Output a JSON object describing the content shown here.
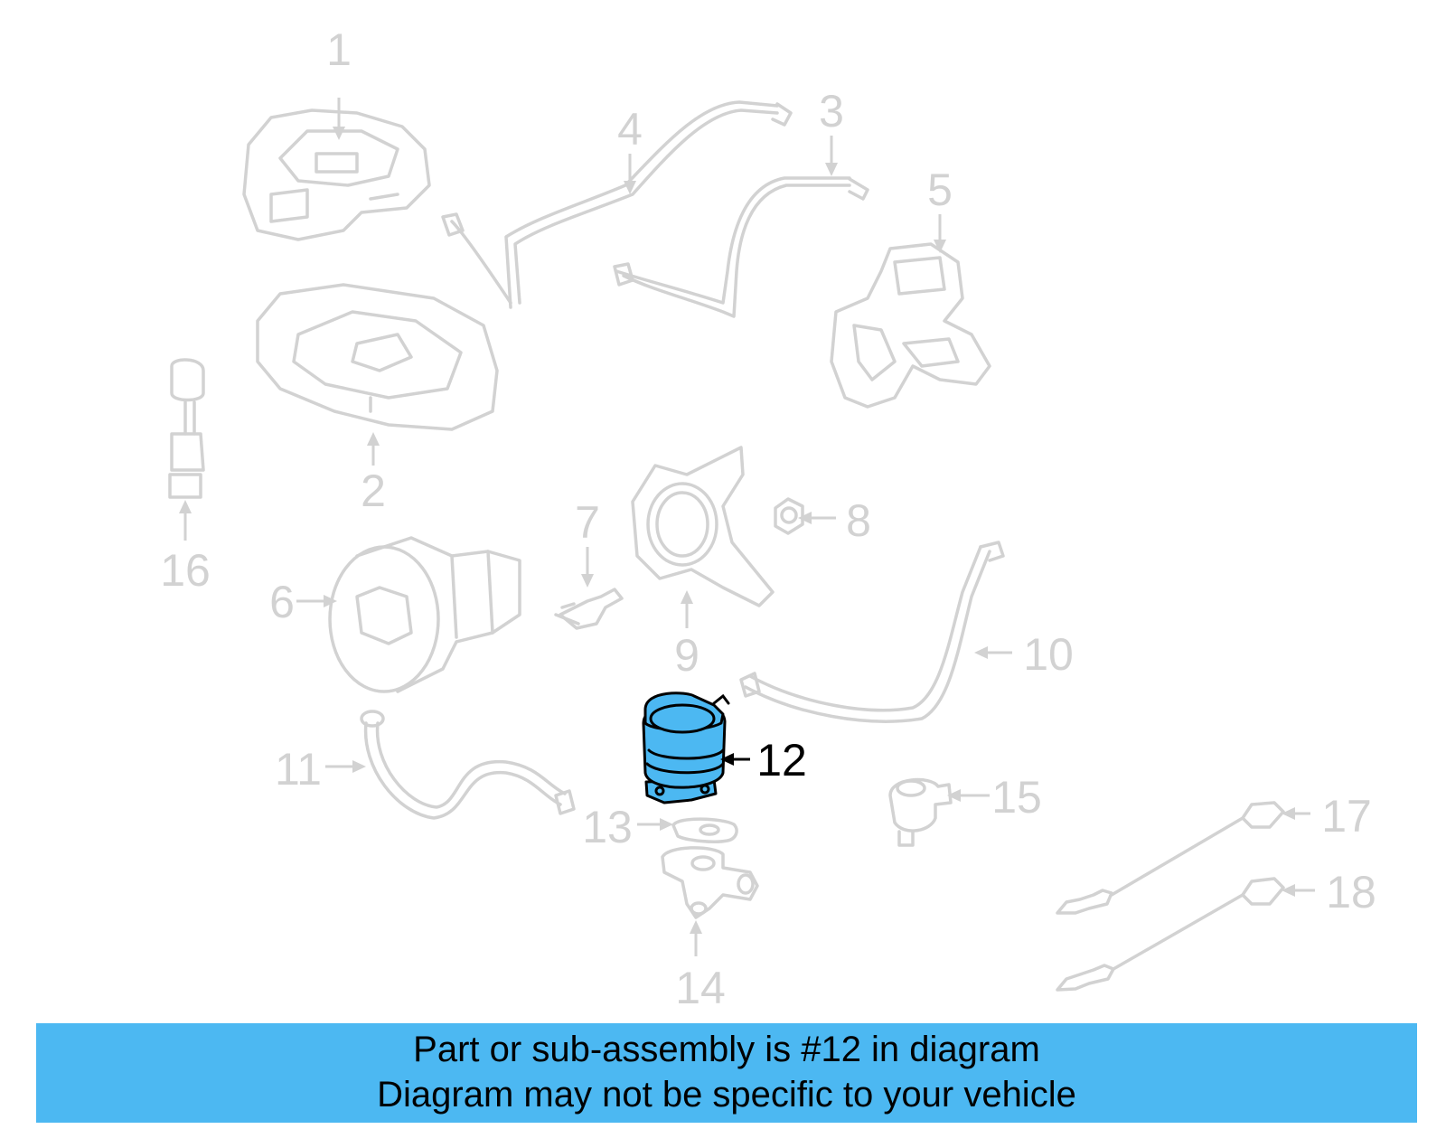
{
  "diagram": {
    "callouts": [
      {
        "id": "1",
        "label": "1"
      },
      {
        "id": "2",
        "label": "2"
      },
      {
        "id": "3",
        "label": "3"
      },
      {
        "id": "4",
        "label": "4"
      },
      {
        "id": "5",
        "label": "5"
      },
      {
        "id": "6",
        "label": "6"
      },
      {
        "id": "7",
        "label": "7"
      },
      {
        "id": "8",
        "label": "8"
      },
      {
        "id": "9",
        "label": "9"
      },
      {
        "id": "10",
        "label": "10"
      },
      {
        "id": "11",
        "label": "11"
      },
      {
        "id": "12",
        "label": "12",
        "highlighted": true
      },
      {
        "id": "13",
        "label": "13"
      },
      {
        "id": "14",
        "label": "14"
      },
      {
        "id": "15",
        "label": "15"
      },
      {
        "id": "16",
        "label": "16"
      },
      {
        "id": "17",
        "label": "17"
      },
      {
        "id": "18",
        "label": "18"
      }
    ],
    "highlight_color": "#4cb8f2",
    "inactive_color": "#d2d2d2"
  },
  "banner": {
    "line1": "Part or sub-assembly is #12 in diagram",
    "line2": "Diagram may not be specific to your vehicle",
    "background": "#4cb8f2"
  }
}
